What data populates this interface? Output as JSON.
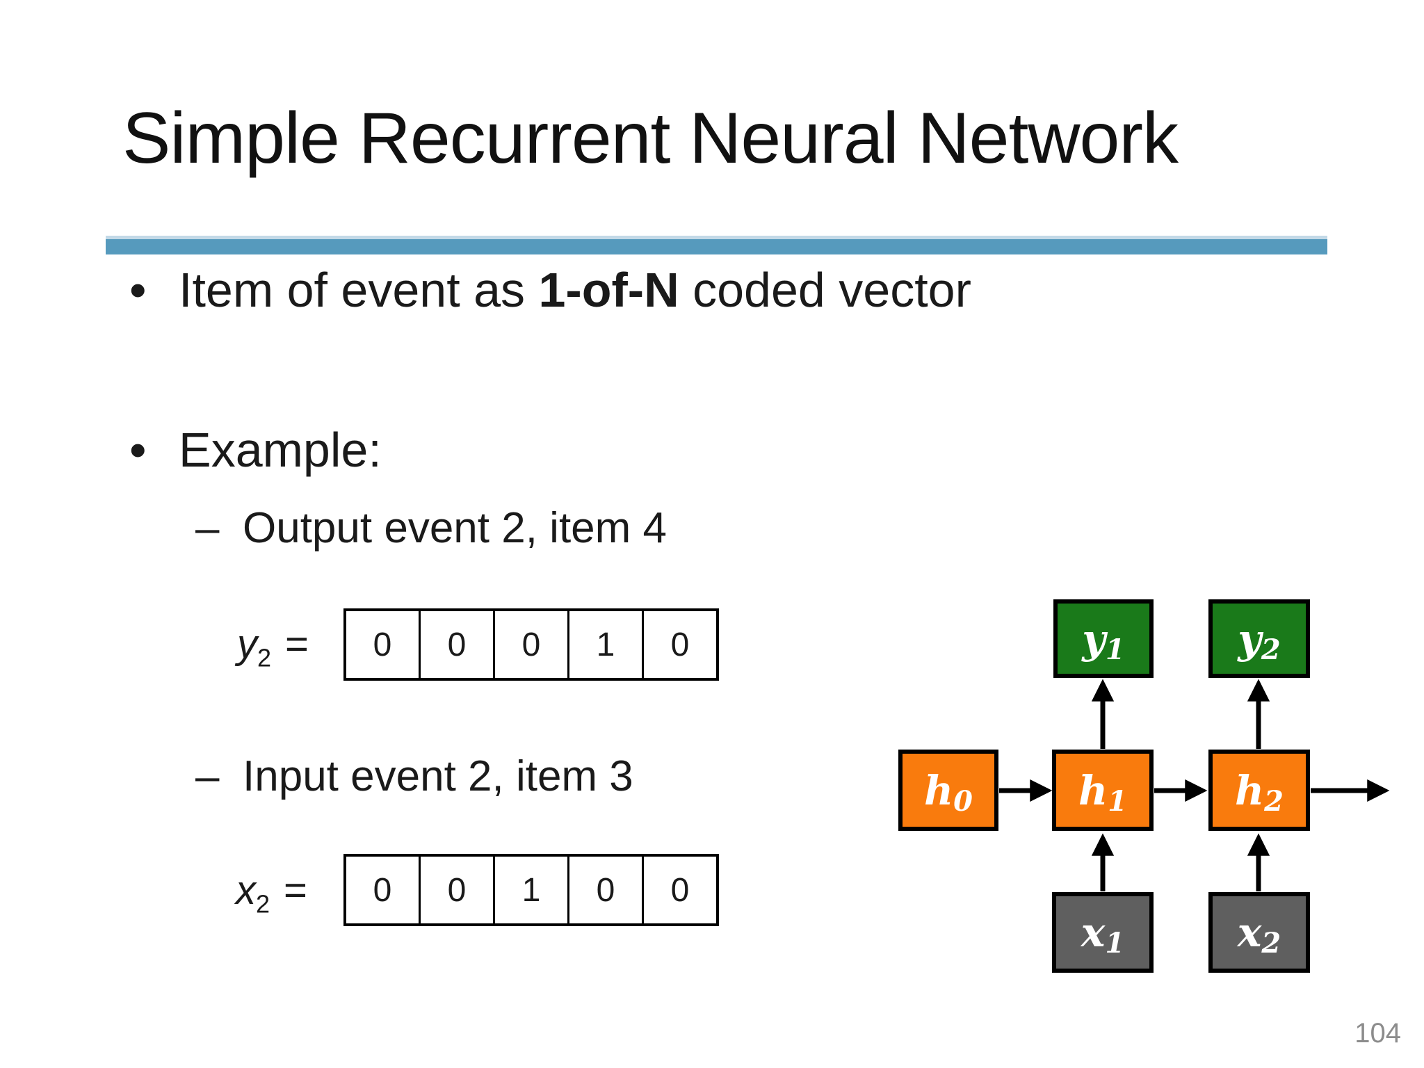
{
  "slide": {
    "title": "Simple Recurrent Neural Network",
    "page_number": "104",
    "divider_color": "#569ABD"
  },
  "content": {
    "bullet_char": "•",
    "dash_char": "–",
    "bullet1": {
      "prefix": "Item of event as ",
      "bold": "1-of-N",
      "suffix": " coded vector"
    },
    "bullet2": "Example:",
    "sub_bullet1": "Output event 2, item 4",
    "sub_bullet2": "Input event 2, item 3"
  },
  "vectors": {
    "y2": {
      "label_base": "y",
      "label_sub": "2",
      "equals_sign": "=",
      "cells": [
        "0",
        "0",
        "0",
        "1",
        "0"
      ]
    },
    "x2": {
      "label_base": "x",
      "label_sub": "2",
      "equals_sign": "=",
      "cells": [
        "0",
        "0",
        "1",
        "0",
        "0"
      ]
    }
  },
  "diagram": {
    "colors": {
      "hidden_orange": "#F97B0D",
      "output_green": "#1A7A1A",
      "input_gray": "#5F5F5F",
      "arrow_black": "#000000"
    },
    "nodes": {
      "y1": {
        "main": "y",
        "sub": "1"
      },
      "y2": {
        "main": "y",
        "sub": "2"
      },
      "h0": {
        "main": "h",
        "sub": "0"
      },
      "h1": {
        "main": "h",
        "sub": "1"
      },
      "h2": {
        "main": "h",
        "sub": "2"
      },
      "x1": {
        "main": "x",
        "sub": "1"
      },
      "x2": {
        "main": "x",
        "sub": "2"
      }
    }
  }
}
